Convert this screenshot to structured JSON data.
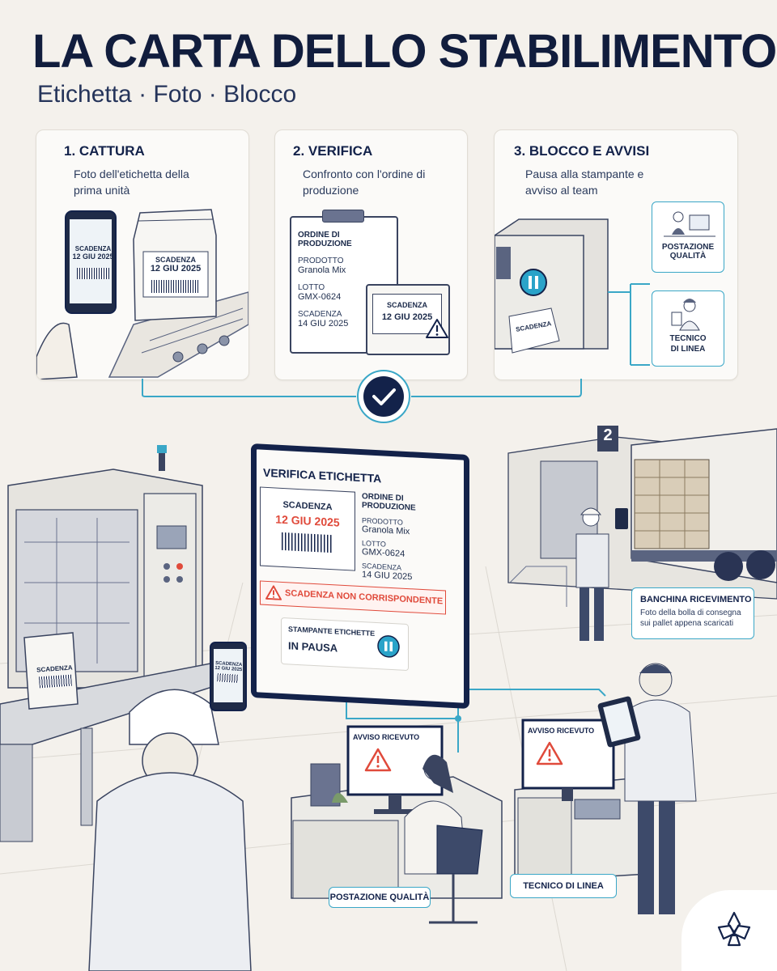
{
  "header": {
    "title": "LA CARTA DELLO STABILIMENTO",
    "subtitle": "Etichetta · Foto · Blocco"
  },
  "steps": [
    {
      "title": "1. CATTURA",
      "text": "Foto dell'etichetta della prima unità"
    },
    {
      "title": "2. VERIFICA",
      "text": "Confronto con l'ordine di produzione"
    },
    {
      "title": "3. BLOCCO E AVVISI",
      "text": "Pausa alla stampante e avviso al team"
    }
  ],
  "capture": {
    "phone_label": "SCADENZA",
    "phone_date": "12 GIU 2025",
    "bag_label": "SCADENZA",
    "bag_date": "12 GIU 2025"
  },
  "order": {
    "heading": "ORDINE DI PRODUZIONE",
    "product_label": "PRODOTTO",
    "product_value": "Granola Mix",
    "lot_label": "LOTTO",
    "lot_value": "GMX-0624",
    "expiry_label": "SCADENZA",
    "expiry_value": "14 GIU 2025"
  },
  "label_card": {
    "label": "SCADENZA",
    "date": "12 GIU 2025"
  },
  "printer": {
    "label_text": "SCADENZA"
  },
  "alerts": {
    "quality": "POSTAZIONE QUALITÀ",
    "technician_line1": "TECNICO",
    "technician_line2": "DI LINEA"
  },
  "screen": {
    "title": "VERIFICA ETICHETTA",
    "label_title": "SCADENZA",
    "label_date": "12 GIU 2025",
    "order_heading": "ORDINE DI PRODUZIONE",
    "product_label": "PRODOTTO",
    "product_value": "Granola Mix",
    "lot_label": "LOTTO",
    "lot_value": "GMX-0624",
    "expiry_label": "SCADENZA",
    "expiry_value": "14 GIU 2025",
    "mismatch": "SCADENZA NON CORRISPONDENTE",
    "printer_line1": "STAMPANTE ETICHETTE",
    "printer_line2": "IN PAUSA"
  },
  "dock": {
    "number": "2",
    "title": "BANCHINA RICEVIMENTO",
    "text": "Foto della bolla di consegna sui pallet appena scaricati"
  },
  "factory_bag": {
    "label": "SCADENZA"
  },
  "worker_phone": {
    "label": "SCADENZA",
    "date": "12 GIU 2025"
  },
  "desks": {
    "quality_monitor": "AVVISO RICEVUTO",
    "technician_monitor": "AVVISO RICEVUTO",
    "quality_tag": "POSTAZIONE QUALITÀ",
    "technician_tag": "TECNICO DI LINEA"
  },
  "colors": {
    "navy": "#13224a",
    "accent": "#3aa7c7",
    "alert": "#e04a3b",
    "background": "#f4f1ec"
  }
}
